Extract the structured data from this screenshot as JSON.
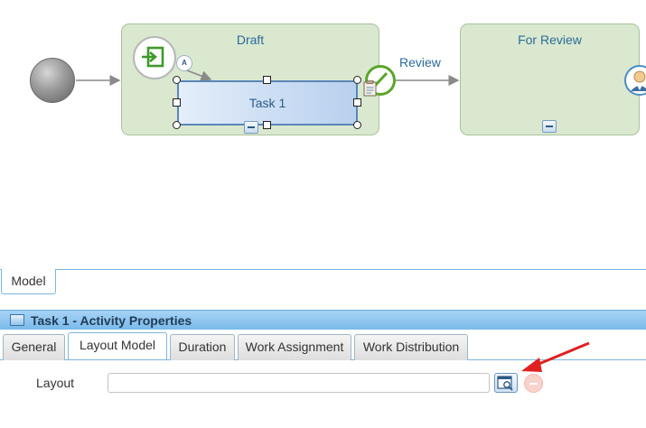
{
  "canvas": {
    "stages": [
      {
        "title": "Draft"
      },
      {
        "title": "For Review"
      }
    ],
    "task": {
      "label": "Task 1"
    },
    "flow_label": "Review",
    "auto_badge": "A"
  },
  "bottom_panel": {
    "model_tab": "Model",
    "properties_title": "Task 1 - Activity Properties",
    "tabs": [
      {
        "label": "General"
      },
      {
        "label": "Layout Model",
        "active": true
      },
      {
        "label": "Duration"
      },
      {
        "label": "Work Assignment"
      },
      {
        "label": "Work Distribution"
      }
    ],
    "layout_field": {
      "label": "Layout",
      "value": "",
      "placeholder": ""
    }
  },
  "colors": {
    "stage_fill": "#d9e8cf",
    "accent_blue": "#2d6b9a",
    "header_blue": "#79baea",
    "review_green": "#5aa52a",
    "annotation_red": "#e02020"
  },
  "icons": [
    "start-event-icon",
    "entry-step-icon",
    "automatic-badge-icon",
    "approve-check-icon",
    "task-document-icon",
    "user-icon",
    "collapse-icon",
    "lookup-icon",
    "clear-icon"
  ]
}
